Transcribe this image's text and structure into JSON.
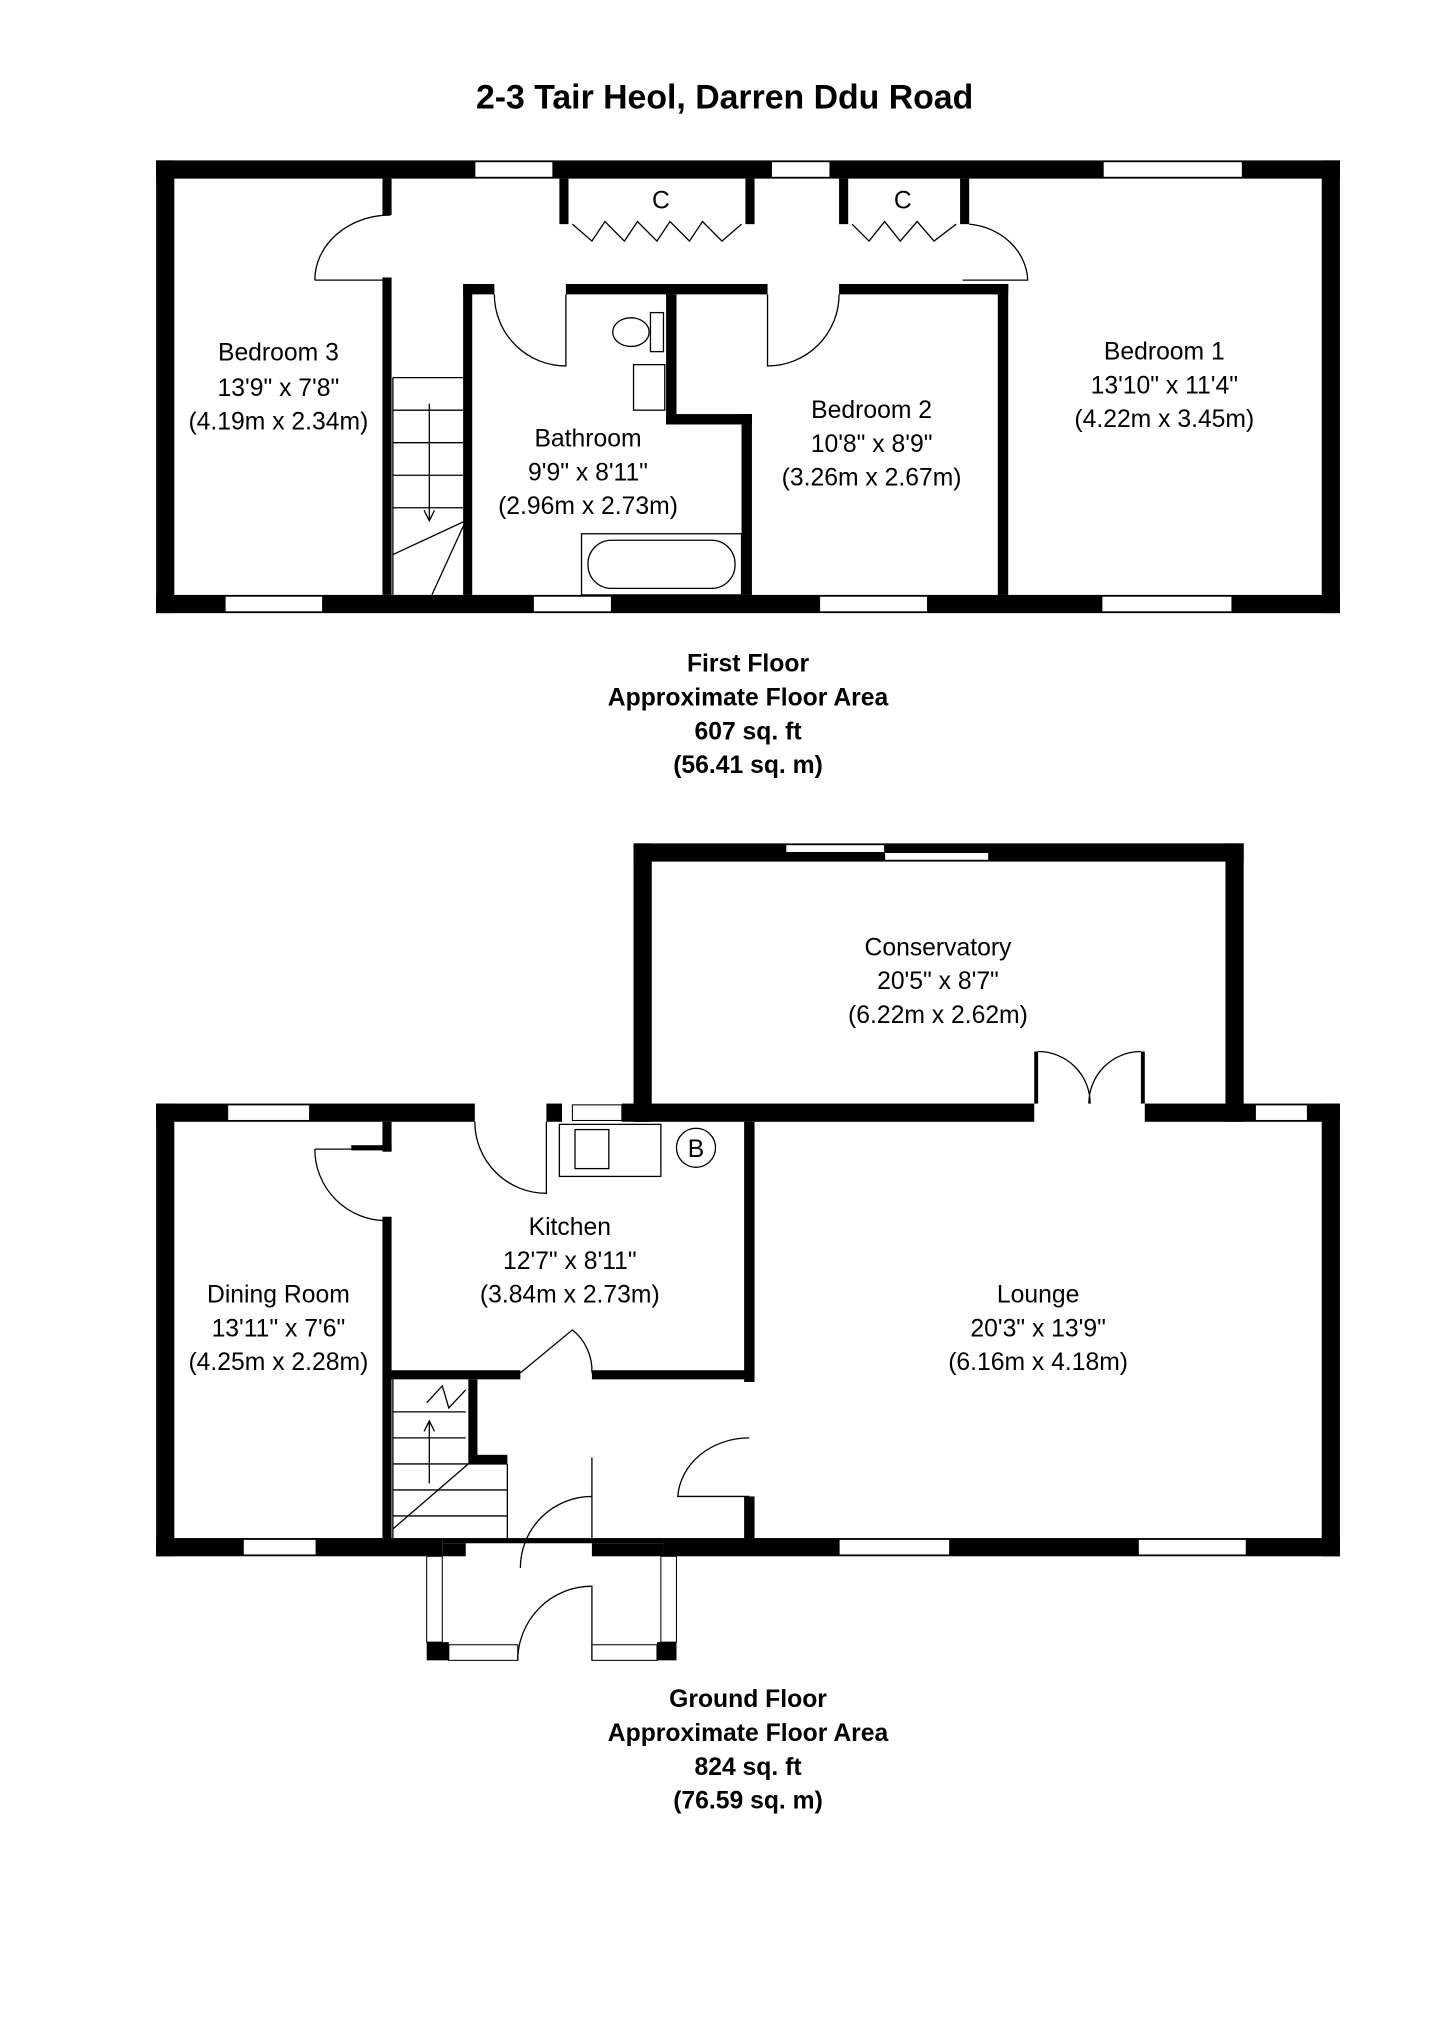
{
  "title": "2-3 Tair Heol, Darren Ddu Road",
  "first_floor": {
    "caption": {
      "name": "First Floor",
      "label": "Approximate Floor Area",
      "sqft": "607 sq. ft",
      "sqm": "(56.41 sq. m)"
    },
    "rooms": [
      {
        "name": "Bedroom 3",
        "imperial": "13'9\" x 7'8\"",
        "metric": "(4.19m x 2.34m)"
      },
      {
        "name": "Bathroom",
        "imperial": "9'9\" x 8'11\"",
        "metric": "(2.96m x 2.73m)"
      },
      {
        "name": "Bedroom 2",
        "imperial": "10'8\" x 8'9\"",
        "metric": "(3.26m x 2.67m)"
      },
      {
        "name": "Bedroom 1",
        "imperial": "13'10\" x 11'4\"",
        "metric": "(4.22m x 3.45m)"
      }
    ],
    "cupboard_label": "C"
  },
  "ground_floor": {
    "caption": {
      "name": "Ground Floor",
      "label": "Approximate Floor Area",
      "sqft": "824 sq. ft",
      "sqm": "(76.59 sq. m)"
    },
    "rooms": [
      {
        "name": "Conservatory",
        "imperial": "20'5\" x 8'7\"",
        "metric": "(6.22m x 2.62m)"
      },
      {
        "name": "Kitchen",
        "imperial": "12'7\" x 8'11\"",
        "metric": "(3.84m x 2.73m)"
      },
      {
        "name": "Dining Room",
        "imperial": "13'11\" x 7'6\"",
        "metric": "(4.25m x 2.28m)"
      },
      {
        "name": "Lounge",
        "imperial": "20'3\" x 13'9\"",
        "metric": "(6.16m x 4.18m)"
      }
    ],
    "boiler_label": "B"
  }
}
